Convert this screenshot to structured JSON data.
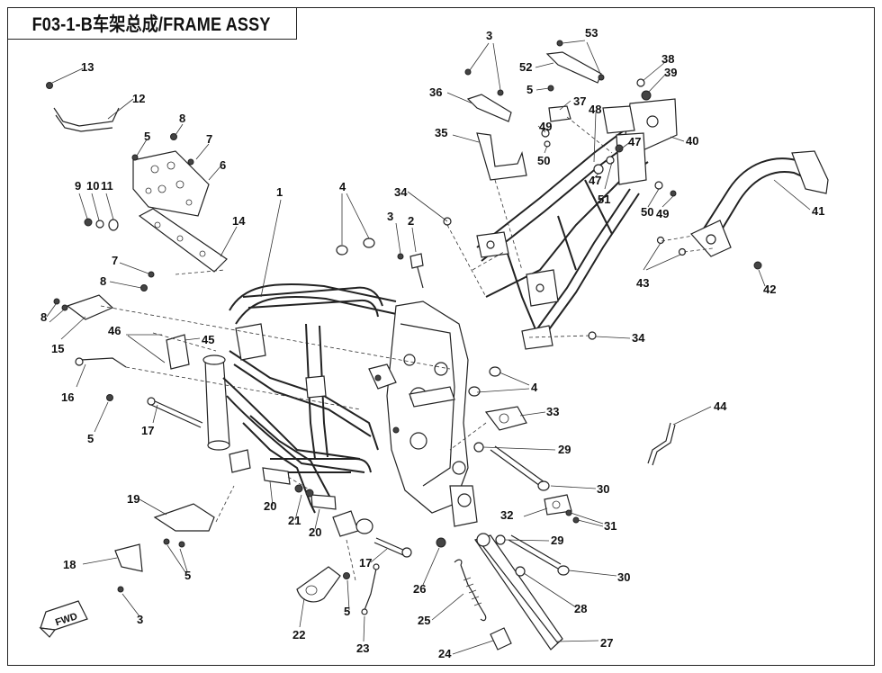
{
  "header": {
    "title": "F03-1-B车架总成/FRAME ASSY"
  },
  "callouts": [
    "13",
    "12",
    "8",
    "7",
    "5",
    "6",
    "9",
    "10",
    "11",
    "14",
    "1",
    "4",
    "3",
    "2",
    "7",
    "8",
    "8",
    "15",
    "46",
    "45",
    "16",
    "5",
    "17",
    "3",
    "53",
    "52",
    "5",
    "36",
    "37",
    "49",
    "35",
    "50",
    "48",
    "38",
    "39",
    "47",
    "40",
    "47",
    "51",
    "34",
    "50",
    "49",
    "41",
    "43",
    "42",
    "34",
    "4",
    "33",
    "29",
    "44",
    "30",
    "32",
    "31",
    "29",
    "30",
    "28",
    "27",
    "24",
    "25",
    "26",
    "17",
    "23",
    "5",
    "22",
    "21",
    "20",
    "20",
    "19",
    "18",
    "5",
    "3"
  ],
  "icons": {
    "fwd_arrow": "fwd-arrow-icon"
  },
  "fwd_label": "FWD"
}
